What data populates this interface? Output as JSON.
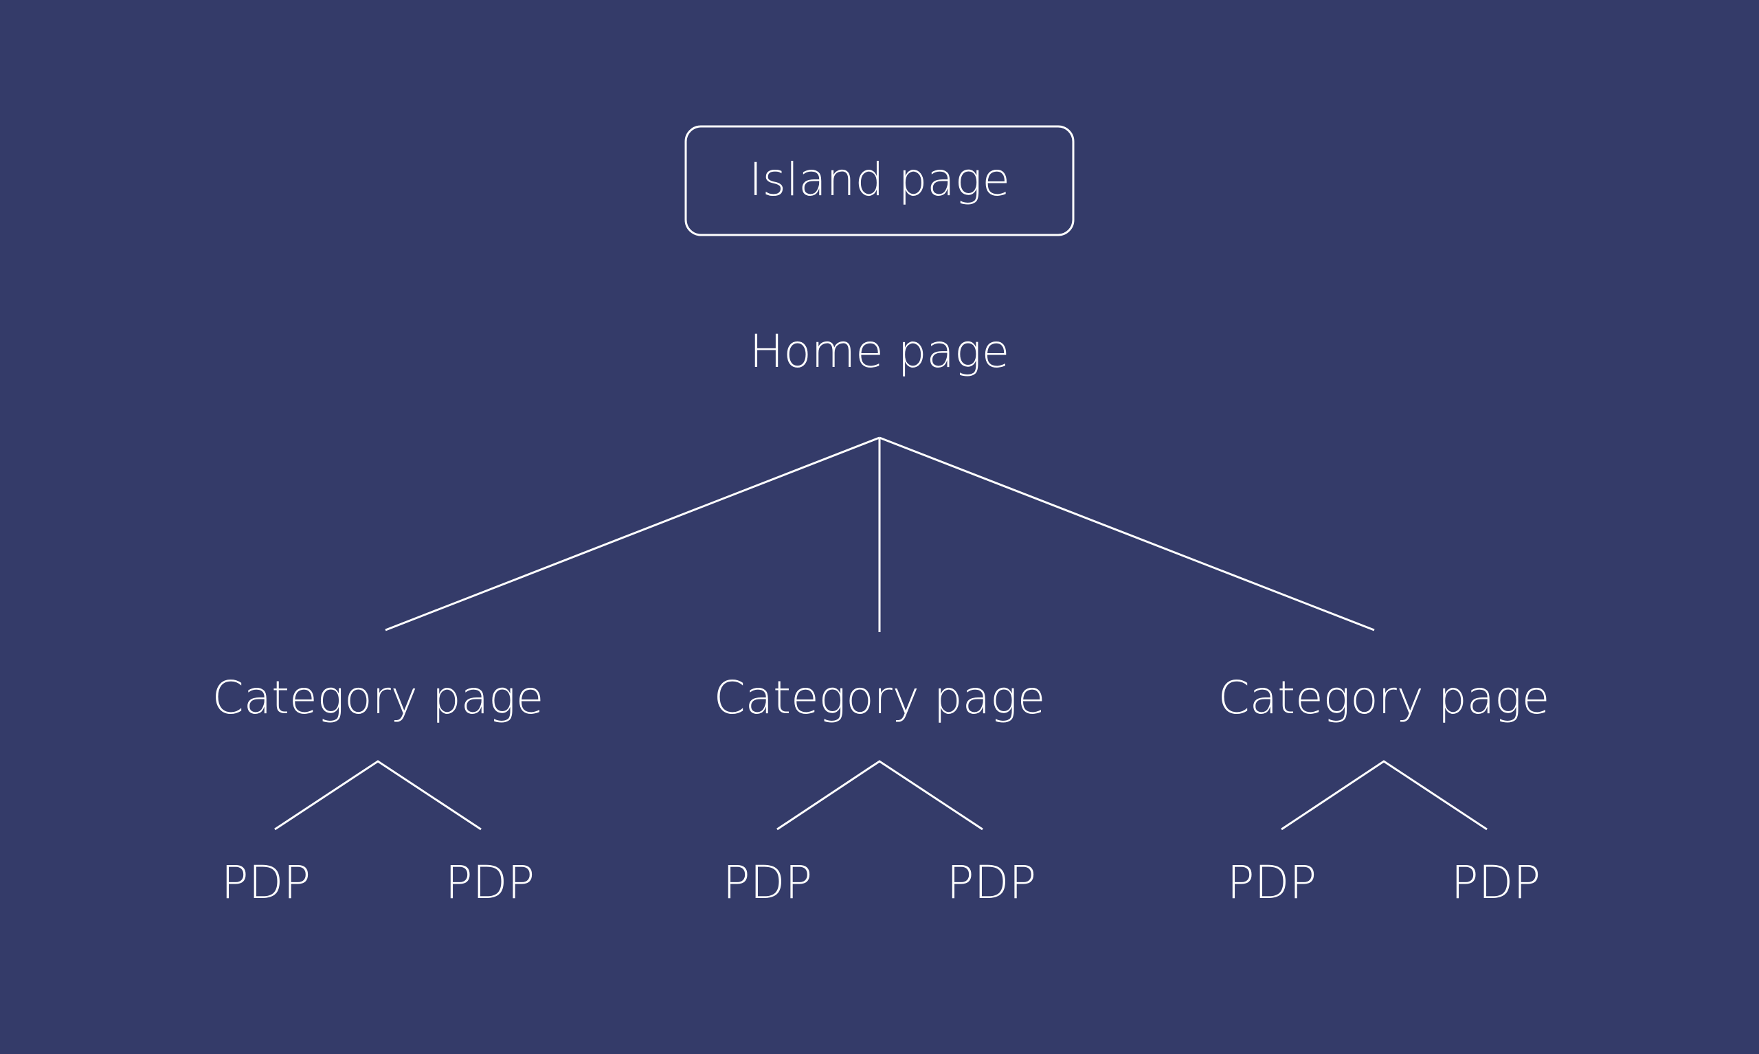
{
  "colors": {
    "background": "#343b69",
    "foreground": "#ffffff"
  },
  "diagram": {
    "island": {
      "label": "Island page"
    },
    "home": {
      "label": "Home page"
    },
    "categories": [
      {
        "label": "Category page",
        "pdps": [
          {
            "label": "PDP"
          },
          {
            "label": "PDP"
          }
        ]
      },
      {
        "label": "Category page",
        "pdps": [
          {
            "label": "PDP"
          },
          {
            "label": "PDP"
          }
        ]
      },
      {
        "label": "Category page",
        "pdps": [
          {
            "label": "PDP"
          },
          {
            "label": "PDP"
          }
        ]
      }
    ]
  }
}
